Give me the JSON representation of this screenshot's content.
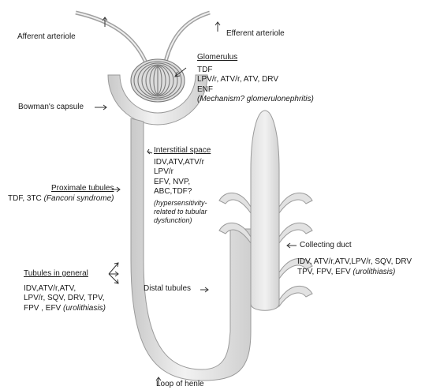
{
  "labels": {
    "afferent_arteriole": "Afferent arteriole",
    "efferent_arteriole": "Efferent arteriole",
    "bowmans_capsule": "Bowman's capsule",
    "loop_of_henle": "Loop of henle",
    "distal_tubules": "Distal tubules",
    "collecting_duct": "Collecting duct"
  },
  "glomerulus": {
    "title": "Glomerulus",
    "lines": [
      "TDF",
      "LPV/r, ATV/r, ATV, DRV",
      "ENF"
    ],
    "note": "(Mechanism? glomerulonephritis)"
  },
  "interstitial": {
    "title": "Interstitial space",
    "lines": [
      "IDV,ATV,ATV/r",
      "LPV/r",
      "EFV, NVP,",
      "ABC,TDF?"
    ],
    "note_lines": [
      "(hypersensitivity-",
      "related to tubular",
      "dysfunction)"
    ]
  },
  "proximal": {
    "title": "Proximale tubules",
    "text": "TDF, 3TC ",
    "note": "(Fanconi syndrome)"
  },
  "tubules_general": {
    "title": "Tubules in general",
    "lines": [
      "IDV,ATV/r,ATV,",
      "LPV/r, SQV, DRV, TPV,"
    ],
    "last_text": "FPV , EFV ",
    "last_note": "(urolithiasis)"
  },
  "collecting": {
    "line1": "IDV, ATV/r,ATV,LPV/r, SQV, DRV",
    "line2_text": "TPV, FPV, EFV ",
    "line2_note": "(urolithiasis)"
  },
  "colors": {
    "tube_fill": "#e4e4e4",
    "tube_stroke": "#9a9a9a",
    "text": "#1a1a1a"
  }
}
